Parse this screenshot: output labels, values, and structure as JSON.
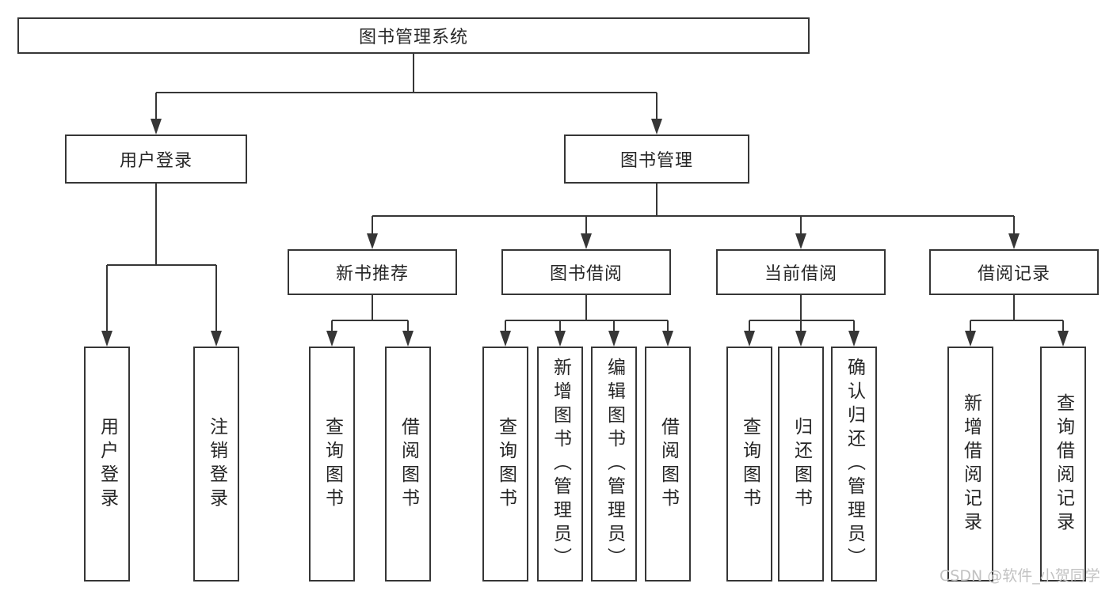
{
  "diagram": {
    "root": {
      "label": "图书管理系统"
    },
    "level2": [
      {
        "label": "用户登录"
      },
      {
        "label": "图书管理"
      }
    ],
    "level3": [
      {
        "label": "新书推荐"
      },
      {
        "label": "图书借阅"
      },
      {
        "label": "当前借阅"
      },
      {
        "label": "借阅记录"
      }
    ],
    "leaves": [
      {
        "label": "用户登录"
      },
      {
        "label": "注销登录"
      },
      {
        "label": "查询图书"
      },
      {
        "label": "借阅图书"
      },
      {
        "label": "查询图书"
      },
      {
        "label": "新增图书（管理员）"
      },
      {
        "label": "编辑图书（管理员）"
      },
      {
        "label": "借阅图书"
      },
      {
        "label": "查询图书"
      },
      {
        "label": "归还图书"
      },
      {
        "label": "确认归还（管理员）"
      },
      {
        "label": "新增借阅记录"
      },
      {
        "label": "查询借阅记录"
      }
    ]
  },
  "watermark": {
    "text": "CSDN @软件_小贺同学"
  },
  "colors": {
    "line": "#363636",
    "text": "#262626",
    "watermark_color": "#c2c2c2",
    "background": "#ffffff"
  }
}
